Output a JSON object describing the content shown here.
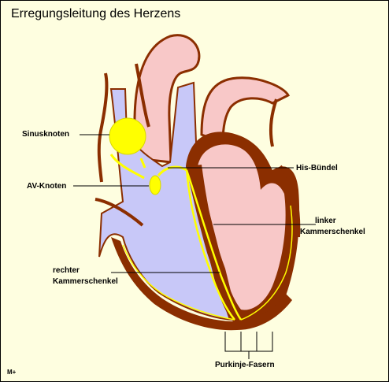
{
  "title": "Erregungsleitung des Herzens",
  "labels": {
    "sinusknoten": "Sinusknoten",
    "av_knoten": "AV-Knoten",
    "his_buendel": "His-Bündel",
    "linker_1": "linker",
    "linker_2": "Kammerschenkel",
    "rechter_1": "rechter",
    "rechter_2": "Kammerschenkel",
    "purkinje": "Purkinje-Fasern"
  },
  "credit": "M+",
  "colors": {
    "background": "#fefee0",
    "venous_blood": "#c8c8f8",
    "arterial_blood": "#f8c8c8",
    "muscle": "#8b2e00",
    "conduction": "#ffff00"
  }
}
